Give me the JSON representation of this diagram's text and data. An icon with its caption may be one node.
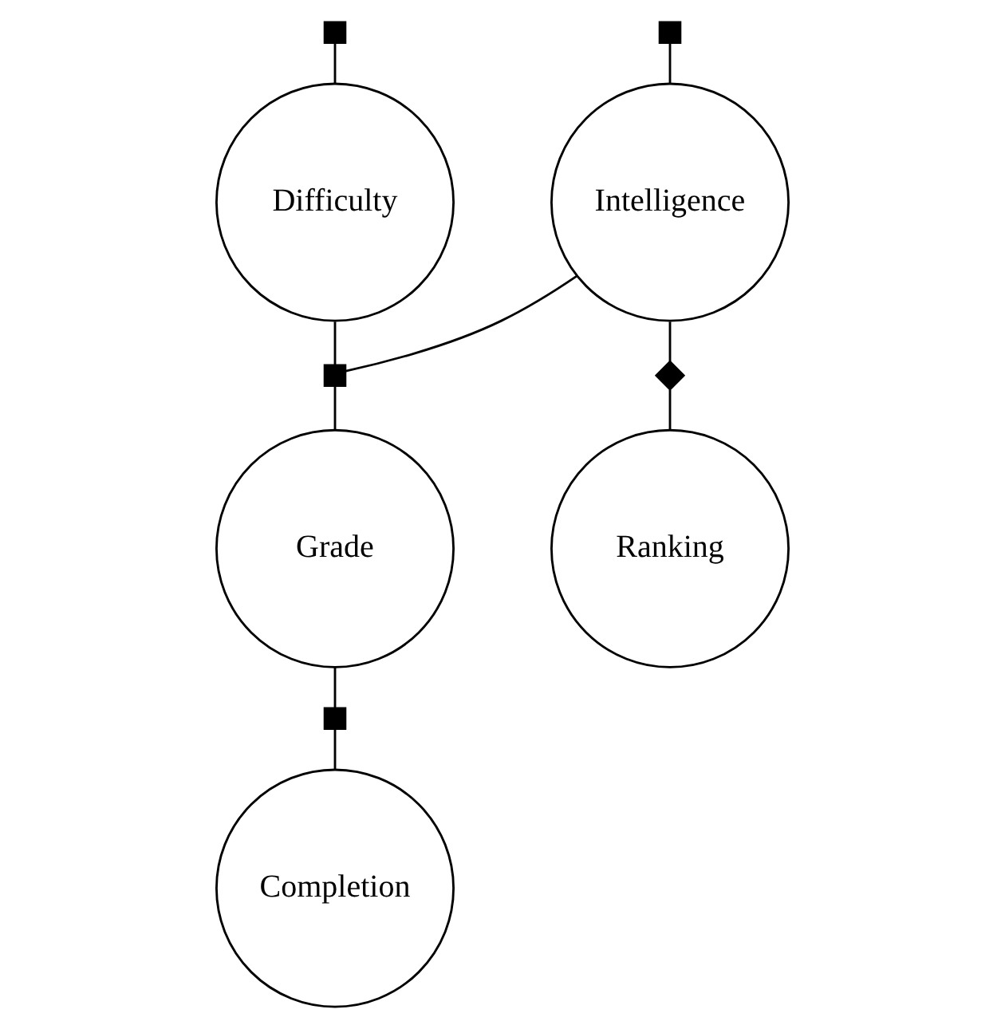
{
  "diagram": {
    "nodes": [
      {
        "text": [],
        "shape": "box"
      },
      {
        "text": [],
        "shape": "box"
      },
      {
        "text": [
          "Difficulty"
        ]
      },
      {
        "text": [
          "Intelligence"
        ]
      },
      {
        "text": [],
        "shape": "box"
      },
      {
        "text": [],
        "shape": "diamond"
      },
      {
        "text": [
          "Grade"
        ]
      },
      {
        "text": [
          "Ranking"
        ]
      },
      {
        "text": [],
        "shape": "box"
      },
      {
        "text": [
          "Completion"
        ]
      }
    ],
    "edges": [
      {
        "from": 0,
        "to": 2,
        "arrow": "none"
      },
      {
        "from": 1,
        "to": 3,
        "arrow": "none"
      },
      {
        "from": 2,
        "to": 4,
        "arrow": "none"
      },
      {
        "from": 3,
        "to": 4,
        "arrow": "none"
      },
      {
        "from": 4,
        "to": 6,
        "arrow": "none"
      },
      {
        "from": 3,
        "to": 5,
        "arrow": "none"
      },
      {
        "from": 5,
        "to": 7,
        "arrow": "none"
      },
      {
        "from": 6,
        "to": 8,
        "arrow": "none"
      },
      {
        "from": 8,
        "to": 9,
        "arrow": "none"
      }
    ]
  }
}
